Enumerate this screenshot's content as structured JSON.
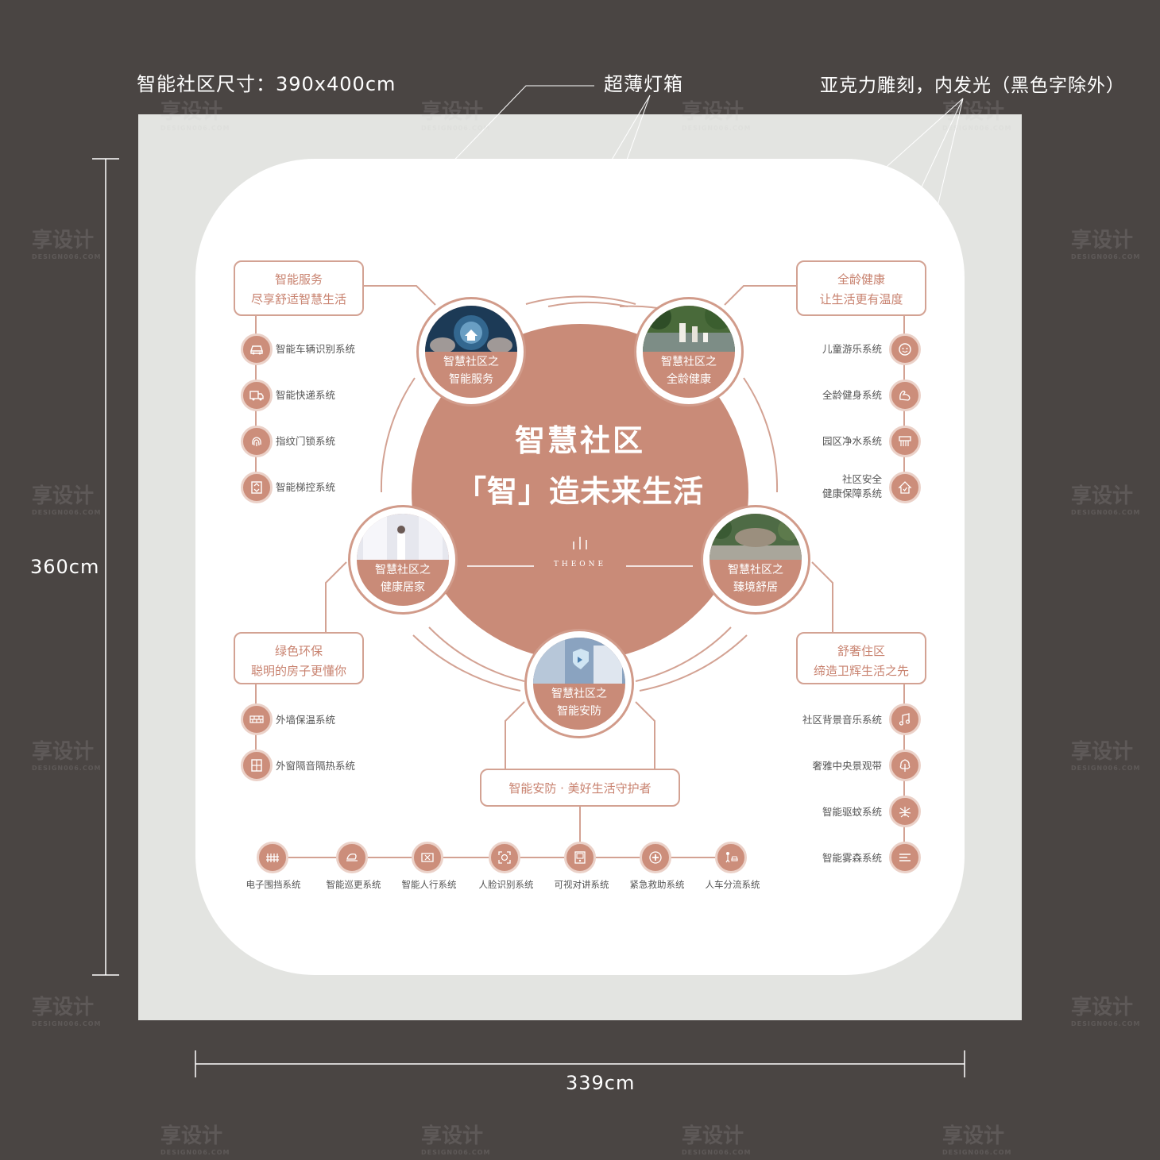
{
  "annotations": {
    "size_label": "智能社区尺寸：390x400cm",
    "lightbox_label": "超薄灯箱",
    "acrylic_label": "亚克力雕刻，内发光（黑色字除外）",
    "height_label": "360cm",
    "width_label": "339cm"
  },
  "center": {
    "title": "智慧社区",
    "subtitle": "「智」造未来生活",
    "brand": "THEONE"
  },
  "hubs": [
    {
      "id": "service",
      "line1": "智慧社区之",
      "line2": "智能服务"
    },
    {
      "id": "health",
      "line1": "智慧社区之",
      "line2": "全龄健康"
    },
    {
      "id": "home",
      "line1": "智慧社区之",
      "line2": "健康居家"
    },
    {
      "id": "comfort",
      "line1": "智慧社区之",
      "line2": "臻境舒居"
    },
    {
      "id": "security",
      "line1": "智慧社区之",
      "line2": "智能安防"
    }
  ],
  "boxes": {
    "service": {
      "line1": "智能服务",
      "line2": "尽享舒适智慧生活"
    },
    "health": {
      "line1": "全龄健康",
      "line2": "让生活更有温度"
    },
    "green": {
      "line1": "绿色环保",
      "line2": "聪明的房子更懂你"
    },
    "luxury": {
      "line1": "舒奢住区",
      "line2": "缔造卫辉生活之先"
    },
    "security": {
      "line1": "智能安防 · 美好生活守护者"
    }
  },
  "left_features_top": [
    {
      "label": "智能车辆识别系统",
      "icon": "car-icon"
    },
    {
      "label": "智能快递系统",
      "icon": "truck-icon"
    },
    {
      "label": "指纹门锁系统",
      "icon": "fingerprint-icon"
    },
    {
      "label": "智能梯控系统",
      "icon": "elevator-icon"
    }
  ],
  "left_features_bottom": [
    {
      "label": "外墙保温系统",
      "icon": "brick-wall-icon"
    },
    {
      "label": "外窗隔音隔热系统",
      "icon": "window-icon"
    }
  ],
  "right_features_top": [
    {
      "label": "儿童游乐系统",
      "icon": "child-face-icon"
    },
    {
      "label": "全龄健身系统",
      "icon": "muscle-icon"
    },
    {
      "label": "园区净水系统",
      "icon": "water-filter-icon"
    },
    {
      "label_line1": "社区安全",
      "label_line2": "健康保障系统",
      "icon": "safe-home-icon"
    }
  ],
  "right_features_bottom": [
    {
      "label": "社区背景音乐系统",
      "icon": "music-note-icon"
    },
    {
      "label": "奢雅中央景观带",
      "icon": "tree-icon"
    },
    {
      "label": "智能驱蚊系统",
      "icon": "mosquito-icon"
    },
    {
      "label": "智能雾森系统",
      "icon": "mist-icon"
    }
  ],
  "bottom_features": [
    {
      "label": "电子围挡系统",
      "icon": "fence-icon"
    },
    {
      "label": "智能巡更系统",
      "icon": "patrol-icon"
    },
    {
      "label": "智能人行系统",
      "icon": "gate-icon"
    },
    {
      "label": "人脸识别系统",
      "icon": "face-scan-icon"
    },
    {
      "label": "可视对讲系统",
      "icon": "intercom-icon"
    },
    {
      "label": "紧急救助系统",
      "icon": "emergency-icon"
    },
    {
      "label": "人车分流系统",
      "icon": "person-car-icon"
    }
  ],
  "watermark": {
    "text": "享设计",
    "sub": "DESIGN006.COM"
  },
  "colors": {
    "accent": "#c98b78",
    "accent_line": "#d3a293",
    "background": "#4a4543",
    "artboard": "#e3e4e1"
  }
}
